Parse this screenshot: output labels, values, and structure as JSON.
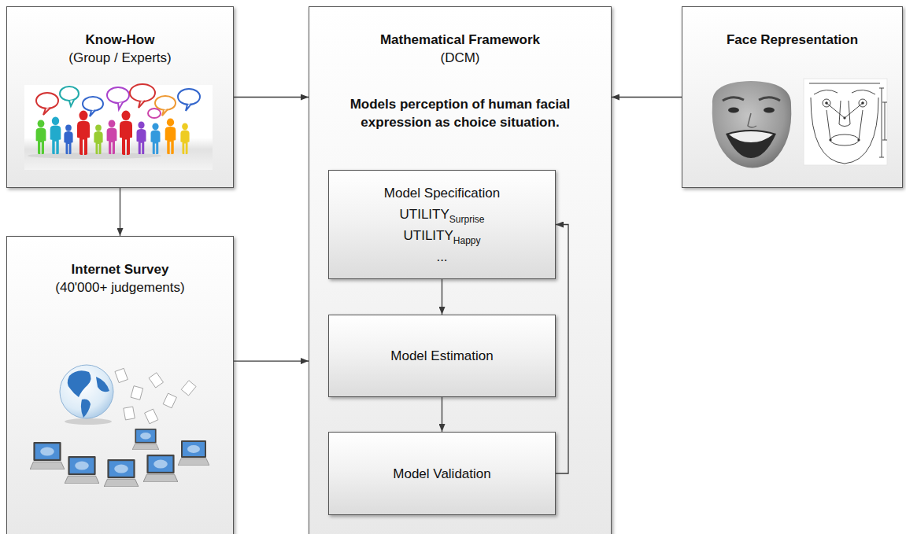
{
  "diagram": {
    "nodes": [
      {
        "text": [
          "Know-How",
          "(Group / Experts)"
        ]
      },
      {
        "text": [
          "Mathematical Framework",
          "(DCM)",
          "Models perception of human facial expression as choice situation."
        ]
      },
      {
        "text": [
          "Model Specification",
          "UTILITY",
          "Surprise",
          "UTILITY",
          "Happy",
          "..."
        ],
        "in": 1
      },
      {
        "text": [
          "Model Estimation"
        ],
        "in": 1
      },
      {
        "text": [
          "Model Validation"
        ],
        "in": 1
      },
      {
        "text": [
          "Face Representation"
        ]
      },
      {
        "text": [
          "Internet Survey",
          "(40'000+ judgements)"
        ]
      }
    ],
    "edges": [
      {
        "from": 0,
        "to": 1,
        "arrow": "to"
      },
      {
        "from": 5,
        "to": 1,
        "arrow": "to"
      },
      {
        "from": 0,
        "to": 6,
        "arrow": "to"
      },
      {
        "from": 6,
        "to": 1,
        "arrow": "to"
      },
      {
        "from": 2,
        "to": 3,
        "arrow": "to"
      },
      {
        "from": 3,
        "to": 4,
        "arrow": "to"
      },
      {
        "from": 4,
        "to": 2,
        "arrow": "to"
      }
    ]
  }
}
